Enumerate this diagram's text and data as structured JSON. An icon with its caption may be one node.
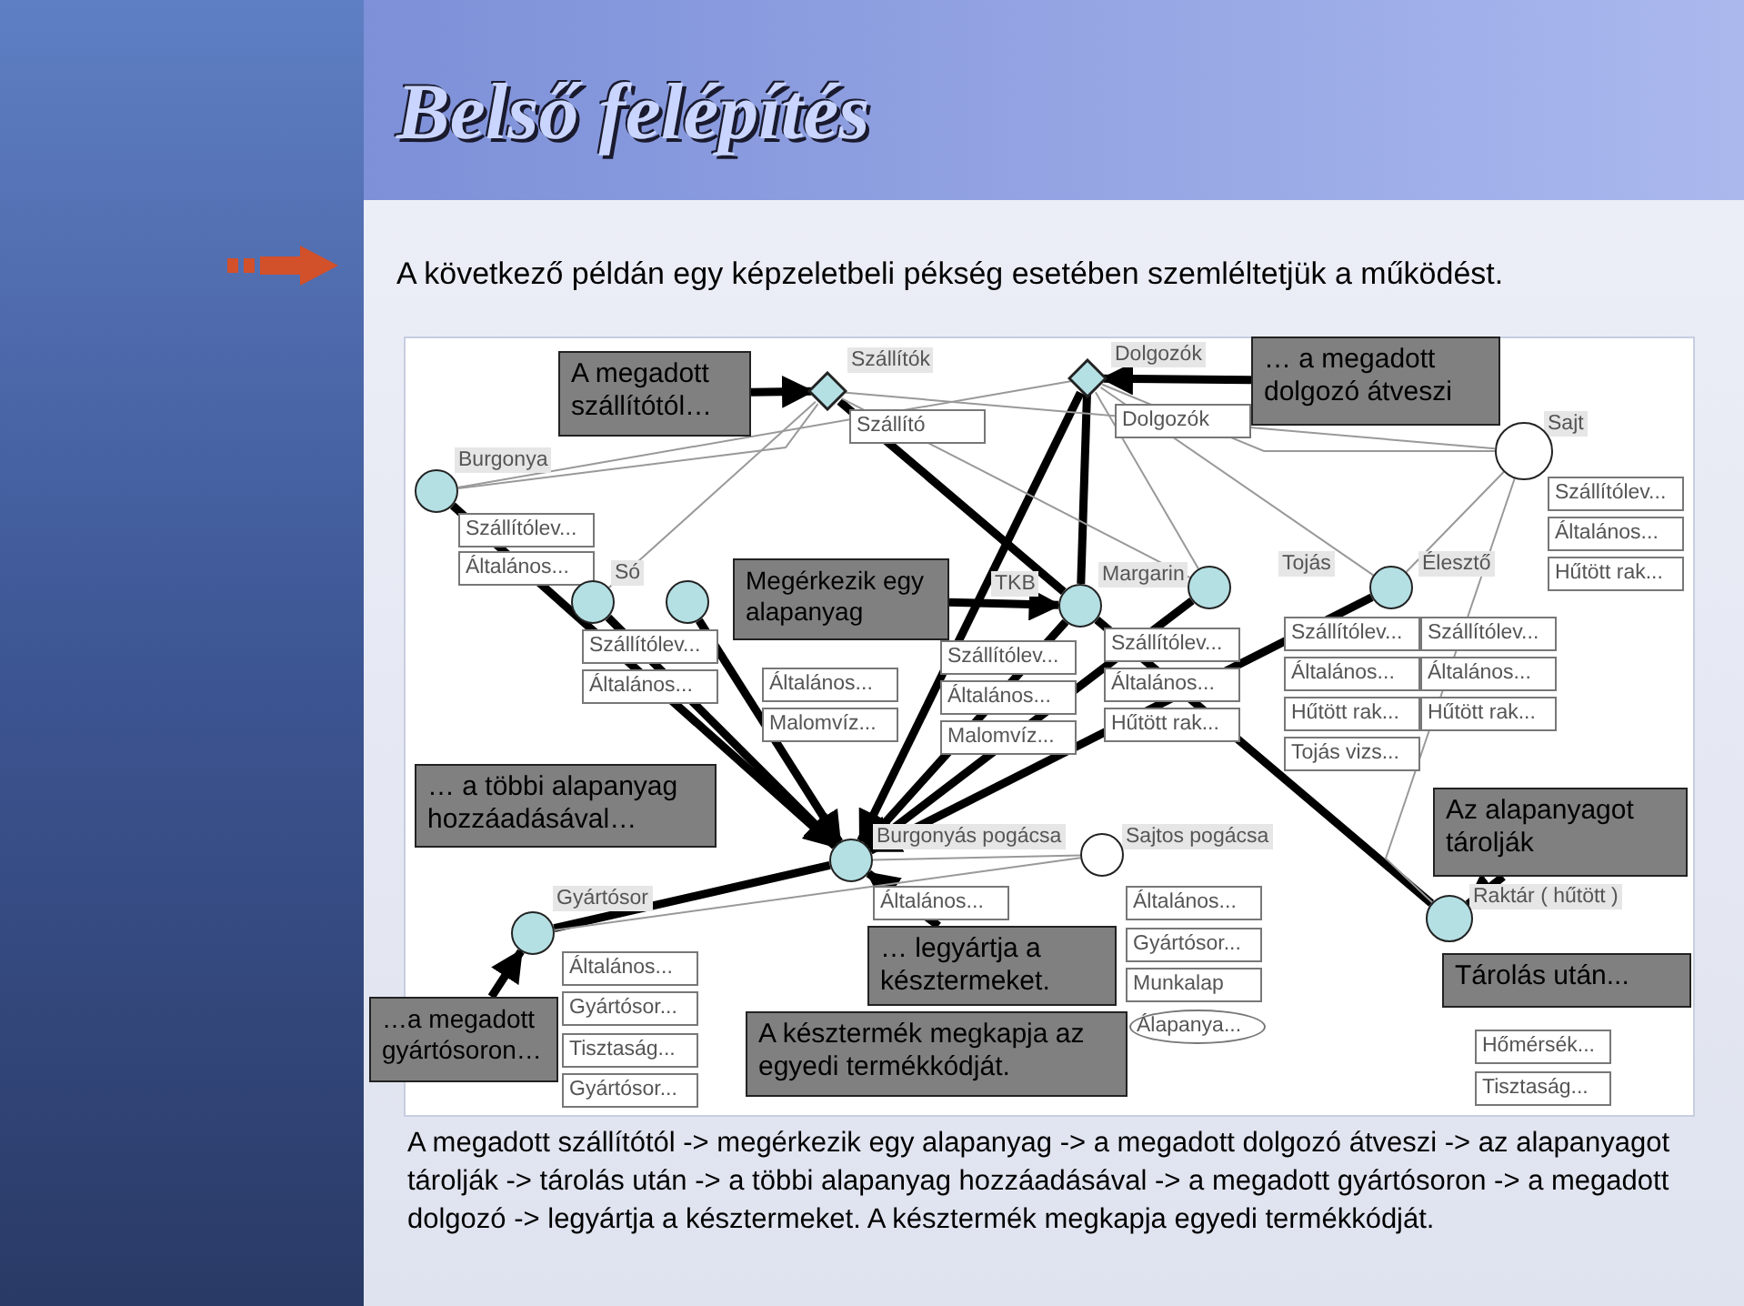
{
  "diagram": {
    "title": "Belső felépítés",
    "caption": "A megadott szállítótól -> megérkezik egy alapanyag -> a megadott dolgozó átveszi -> az alapanyagot tárolják -> tárolás után -> a többi alapanyag hozzáadásával -> a megadott gyártósoron -> a megadott dolgozó -> legyártja a késztermeket. A késztermék megkapja egyedi termékkódját.",
    "nodes": [
      {
        "text": [
          "A megadott szállítótól…"
        ]
      },
      {
        "text": [],
        "shape": "diamond",
        "beside": [
          "Szállítók",
          "Szállító"
        ]
      },
      {
        "text": [],
        "shape": "diamond",
        "beside": [
          "Dolgozók",
          "Dolgozók"
        ]
      },
      {
        "text": [
          "… a megadott dolgozó átveszi"
        ]
      },
      {
        "text": [],
        "shape": "circle",
        "beside": [
          "Sajt",
          "Szállítólev...",
          "Általános...",
          "Hűtött rak..."
        ]
      },
      {
        "text": [],
        "shape": "circle",
        "beside": [
          "Burgonya",
          "Szállítólev...",
          "Általános..."
        ]
      },
      {
        "text": [],
        "shape": "circle",
        "beside": [
          "Só",
          "Szállítólev...",
          "Általános..."
        ]
      },
      {
        "text": [],
        "shape": "circle",
        "beside": [
          "Általános...",
          "Malomvíz..."
        ]
      },
      {
        "text": [
          "Megérkezik egy alapanyag"
        ]
      },
      {
        "text": [],
        "shape": "circle",
        "beside": [
          "Margarin",
          "Szállítólev...",
          "Általános...",
          "Hűtött rak..."
        ]
      },
      {
        "text": [],
        "shape": "circle",
        "beside": [
          "Tojás",
          "Szállítólev...",
          "Általános...",
          "Hűtött rak...",
          "Tojás vizs..."
        ]
      },
      {
        "text": [],
        "shape": "circle",
        "beside": [
          "Élesztő",
          "Szállítólev...",
          "Általános...",
          "Hűtött rak..."
        ]
      },
      {
        "text": [
          "… a többi alapanyag hozzáadásával…"
        ]
      },
      {
        "text": [
          "Az alapanyagot tárolják"
        ]
      },
      {
        "text": [],
        "shape": "circle",
        "beside": [
          "Burgonyás pogácsa",
          "Általános..."
        ]
      },
      {
        "text": [],
        "shape": "circle",
        "beside": [
          "Sajtos pogácsa",
          "Általános...",
          "Gyártósor...",
          "Munkalap",
          "Álapanya..."
        ]
      },
      {
        "text": [],
        "shape": "circle",
        "beside": [
          "Raktár ( hűtött )",
          "Hőmérsék...",
          "Tisztaság..."
        ]
      },
      {
        "text": [],
        "shape": "circle",
        "beside": [
          "Gyártósor",
          "Általános...",
          "Gyártósor...",
          "Tisztaság...",
          "Gyártósor..."
        ]
      },
      {
        "text": [
          "Tárolás után..."
        ]
      },
      {
        "text": [
          "… legyártja a késztermeket."
        ]
      },
      {
        "text": [
          "…a megadott gyártósoron…"
        ]
      },
      {
        "text": [
          "A késztermék megkapja az egyedi termékkódját."
        ]
      }
    ],
    "edges": [
      {
        "from": 0,
        "to": 1,
        "arrow": "to"
      },
      {
        "from": 3,
        "to": 2,
        "arrow": "to"
      },
      {
        "from": 8,
        "to": 9,
        "arrow": "to"
      },
      {
        "from": 13,
        "to": 16,
        "arrow": "to"
      },
      {
        "from": 20,
        "to": 17,
        "arrow": "to"
      },
      {
        "from": 19,
        "to": 14,
        "arrow": "to"
      },
      {
        "from": 1,
        "to": 9,
        "arrow": "none"
      },
      {
        "from": 9,
        "to": 2,
        "arrow": "none"
      },
      {
        "from": 2,
        "to": 14,
        "arrow": "to"
      },
      {
        "from": 9,
        "to": 16,
        "arrow": "none"
      },
      {
        "from": 5,
        "to": 14,
        "arrow": "to"
      },
      {
        "from": 6,
        "to": 14,
        "arrow": "to"
      },
      {
        "from": 7,
        "to": 14,
        "arrow": "to"
      },
      {
        "from": 9,
        "to": 14,
        "arrow": "to"
      },
      {
        "from": 10,
        "to": 14,
        "arrow": "to"
      },
      {
        "from": 11,
        "to": 14,
        "arrow": "to"
      },
      {
        "from": 17,
        "to": 14,
        "arrow": "none"
      },
      {
        "from": 1,
        "to": 5,
        "arrow": "none",
        "color": "#999999"
      },
      {
        "from": 1,
        "to": 6,
        "arrow": "none",
        "color": "#999999"
      },
      {
        "from": 1,
        "to": 4,
        "arrow": "none",
        "color": "#999999"
      },
      {
        "from": 2,
        "to": 4,
        "arrow": "none",
        "color": "#999999"
      },
      {
        "from": 2,
        "to": 10,
        "arrow": "none",
        "color": "#999999"
      },
      {
        "from": 2,
        "to": 11,
        "arrow": "none",
        "color": "#999999"
      },
      {
        "from": 4,
        "to": 11,
        "arrow": "none",
        "color": "#999999"
      },
      {
        "from": 4,
        "to": 16,
        "arrow": "none",
        "color": "#999999"
      },
      {
        "from": 14,
        "to": 15,
        "arrow": "none",
        "color": "#999999"
      },
      {
        "from": 17,
        "to": 15,
        "arrow": "none",
        "color": "#999999"
      },
      {
        "from": 1,
        "to": 10,
        "arrow": "none",
        "color": "#999999"
      },
      {
        "from": 2,
        "to": 5,
        "arrow": "none",
        "color": "#999999"
      }
    ],
    "labels": [
      "A következő példán egy képzeletbeli pékség esetében szemléltetjük a működést.",
      "TKB",
      "Szállítólev...",
      "Általános...",
      "Malomvíz..."
    ]
  }
}
